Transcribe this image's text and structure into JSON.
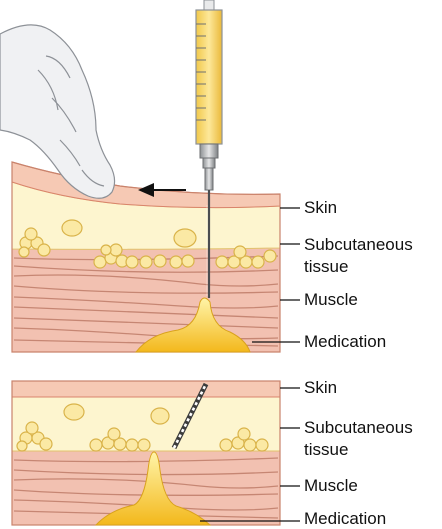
{
  "top_panel": {
    "labels": {
      "skin": "Skin",
      "subcutaneous": "Subcutaneous",
      "tissue": "tissue",
      "muscle": "Muscle",
      "medication": "Medication"
    }
  },
  "bottom_panel": {
    "labels": {
      "skin": "Skin",
      "subcutaneous": "Subcutaneous",
      "tissue": "tissue",
      "muscle": "Muscle",
      "medication": "Medication"
    }
  },
  "colors": {
    "skin": "#f6c9b4",
    "skin_line": "#d9846c",
    "fat": "#fdf5cf",
    "fat_globule": "#fbe9a4",
    "muscle": "#f2c1b1",
    "muscle_fiber": "#b8735f",
    "medication": "#f7c62f",
    "glove": "#f0f1f3",
    "syringe_fluid": "#f9dd7a",
    "needle": "#6d6f72"
  },
  "icons": {
    "hand": "gloved-hand-icon",
    "syringe": "syringe-icon",
    "arrow": "arrow-left-icon"
  }
}
